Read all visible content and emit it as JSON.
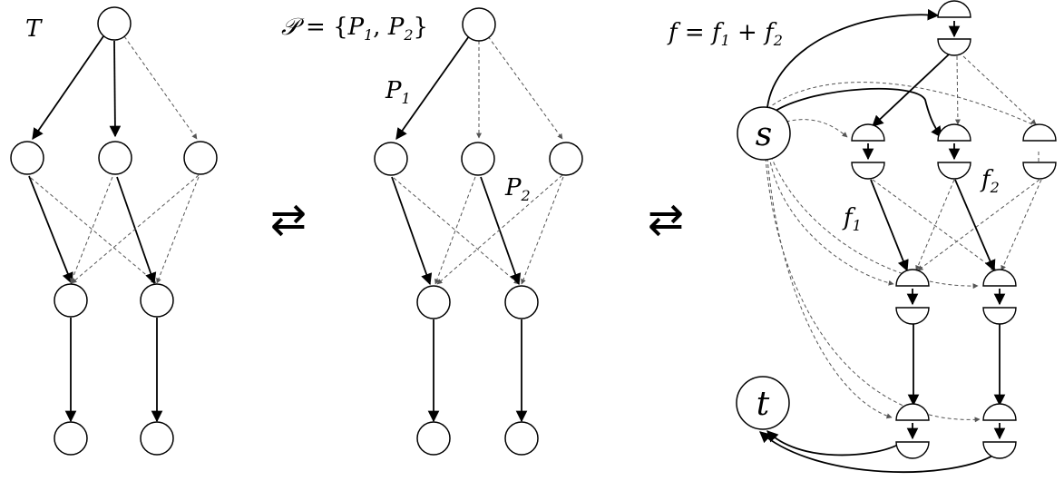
{
  "panel1": {
    "label": "T"
  },
  "panel2": {
    "set_script": "𝒫",
    "set_rest": " = {",
    "p1": "P",
    "p1_sub": "1",
    "comma": ", ",
    "p2": "P",
    "p2_sub": "2",
    "close": "}",
    "path1": {
      "main": "P",
      "sub": "1"
    },
    "path2": {
      "main": "P",
      "sub": "2"
    }
  },
  "panel3": {
    "eq": {
      "lhs": "f",
      "eq_sign": " = ",
      "f1": "f",
      "f1_sub": "1",
      "plus": " + ",
      "f2": "f",
      "f2_sub": "2"
    },
    "source": "s",
    "sink": "t",
    "flow1": {
      "main": "f",
      "sub": "1"
    },
    "flow2": {
      "main": "f",
      "sub": "2"
    }
  },
  "arrows": {
    "left": "⇄",
    "right": "⇄"
  }
}
